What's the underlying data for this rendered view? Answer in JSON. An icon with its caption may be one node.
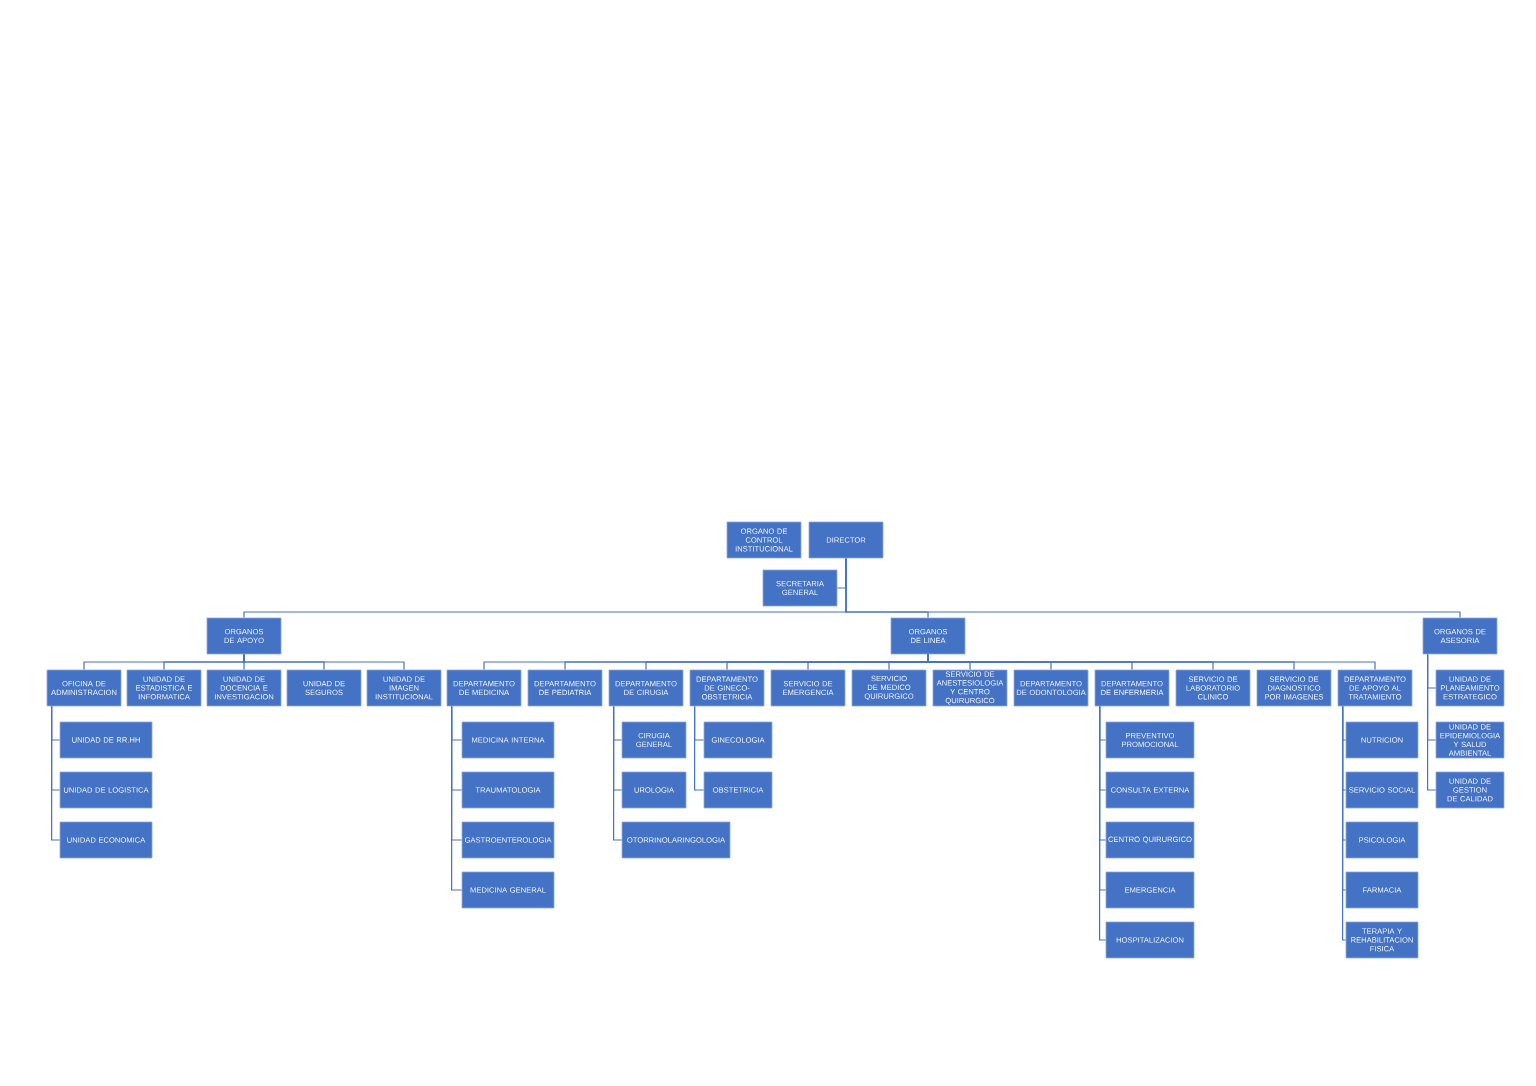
{
  "diagram": {
    "nodes": [
      {
        "text": [
          "ORGANO DE CONTROL INSTITUCIONAL"
        ]
      },
      {
        "text": [
          "DIRECTOR"
        ]
      },
      {
        "text": [
          "SECRETARIA GENERAL"
        ]
      },
      {
        "text": [
          "ORGANOS DE APOYO"
        ]
      },
      {
        "text": [
          "ORGANOS DE LINEA"
        ]
      },
      {
        "text": [
          "ORGANOS DE ASESORIA"
        ]
      },
      {
        "text": [
          "OFICINA DE ADMINISTRACION"
        ]
      },
      {
        "text": [
          "UNIDAD DE ESTADISTICA E INFORMATICA"
        ]
      },
      {
        "text": [
          "UNIDAD DE DOCENCIA E INVESTIGACION"
        ]
      },
      {
        "text": [
          "UNIDAD DE SEGUROS"
        ]
      },
      {
        "text": [
          "UNIDAD DE IMAGEN INSTITUCIONAL"
        ]
      },
      {
        "text": [
          "DEPARTAMENTO DE MEDICINA"
        ]
      },
      {
        "text": [
          "DEPARTAMENTO DE PEDIATRIA"
        ]
      },
      {
        "text": [
          "DEPARTAMENTO DE CIRUGIA"
        ]
      },
      {
        "text": [
          "DEPARTAMENTO DE GINECO-OBSTETRICIA"
        ]
      },
      {
        "text": [
          "SERVICIO DE EMERGENCIA"
        ]
      },
      {
        "text": [
          "SERVICIO DE MEDICO QUIRURGICO"
        ]
      },
      {
        "text": [
          "SERVICIO DE ANESTESIOLOGIA Y CENTRO QUIRURGICO"
        ]
      },
      {
        "text": [
          "DEPARTAMENTO DE ODONTOLOGIA"
        ]
      },
      {
        "text": [
          "DEPARTAMENTO DE ENFERMERIA"
        ]
      },
      {
        "text": [
          "SERVICIO DE LABORATORIO CLINICO"
        ]
      },
      {
        "text": [
          "SERVICIO DE DIAGNOSTICO POR IMAGENES"
        ]
      },
      {
        "text": [
          "DEPARTAMENTO DE APOYO AL TRATAMIENTO"
        ]
      },
      {
        "text": [
          "UNIDAD DE PLANEAMIENTO ESTRATEGICO"
        ]
      },
      {
        "text": [
          "UNIDAD DE EPIDEMIOLOGIA Y SALUD AMBIENTAL"
        ]
      },
      {
        "text": [
          "UNIDAD DE GESTION DE CALIDAD"
        ]
      },
      {
        "text": [
          "UNIDAD DE RR.HH"
        ]
      },
      {
        "text": [
          "UNIDAD DE LOGISTICA"
        ]
      },
      {
        "text": [
          "UNIDAD ECONOMICA"
        ]
      },
      {
        "text": [
          "MEDICINA INTERNA"
        ]
      },
      {
        "text": [
          "TRAUMATOLOGIA"
        ]
      },
      {
        "text": [
          "GASTROENTEROLOGIA"
        ]
      },
      {
        "text": [
          "MEDICINA GENERAL"
        ]
      },
      {
        "text": [
          "CIRUGIA GENERAL"
        ]
      },
      {
        "text": [
          "UROLOGIA"
        ]
      },
      {
        "text": [
          "OTORRINOLARINGOLOGIA"
        ]
      },
      {
        "text": [
          "GINECOLOGIA"
        ]
      },
      {
        "text": [
          "OBSTETRICIA"
        ]
      },
      {
        "text": [
          "PREVENTIVO PROMOCIONAL"
        ]
      },
      {
        "text": [
          "CONSULTA EXTERNA"
        ]
      },
      {
        "text": [
          "CENTRO QUIRURGICO"
        ]
      },
      {
        "text": [
          "EMERGENCIA"
        ]
      },
      {
        "text": [
          "HOSPITALIZACION"
        ]
      },
      {
        "text": [
          "NUTRICION"
        ]
      },
      {
        "text": [
          "SERVICIO SOCIAL"
        ]
      },
      {
        "text": [
          "PSICOLOGIA"
        ]
      },
      {
        "text": [
          "FARMACIA"
        ]
      },
      {
        "text": [
          "TERAPIA Y REHABILITACION FISICA"
        ]
      }
    ],
    "edges": [
      {
        "from": 1,
        "to": 2,
        "arrow": "none"
      },
      {
        "from": 1,
        "to": 3,
        "arrow": "none"
      },
      {
        "from": 1,
        "to": 4,
        "arrow": "none"
      },
      {
        "from": 1,
        "to": 5,
        "arrow": "none"
      },
      {
        "from": 3,
        "to": 6,
        "arrow": "none"
      },
      {
        "from": 3,
        "to": 7,
        "arrow": "none"
      },
      {
        "from": 3,
        "to": 8,
        "arrow": "none"
      },
      {
        "from": 3,
        "to": 9,
        "arrow": "none"
      },
      {
        "from": 3,
        "to": 10,
        "arrow": "none"
      },
      {
        "from": 4,
        "to": 11,
        "arrow": "none"
      },
      {
        "from": 4,
        "to": 12,
        "arrow": "none"
      },
      {
        "from": 4,
        "to": 13,
        "arrow": "none"
      },
      {
        "from": 4,
        "to": 14,
        "arrow": "none"
      },
      {
        "from": 4,
        "to": 15,
        "arrow": "none"
      },
      {
        "from": 4,
        "to": 16,
        "arrow": "none"
      },
      {
        "from": 4,
        "to": 17,
        "arrow": "none"
      },
      {
        "from": 4,
        "to": 18,
        "arrow": "none"
      },
      {
        "from": 4,
        "to": 19,
        "arrow": "none"
      },
      {
        "from": 4,
        "to": 20,
        "arrow": "none"
      },
      {
        "from": 4,
        "to": 21,
        "arrow": "none"
      },
      {
        "from": 4,
        "to": 22,
        "arrow": "none"
      },
      {
        "from": 5,
        "to": 23,
        "arrow": "none"
      },
      {
        "from": 5,
        "to": 24,
        "arrow": "none"
      },
      {
        "from": 5,
        "to": 25,
        "arrow": "none"
      },
      {
        "from": 6,
        "to": 26,
        "arrow": "none"
      },
      {
        "from": 6,
        "to": 27,
        "arrow": "none"
      },
      {
        "from": 6,
        "to": 28,
        "arrow": "none"
      },
      {
        "from": 11,
        "to": 29,
        "arrow": "none"
      },
      {
        "from": 11,
        "to": 30,
        "arrow": "none"
      },
      {
        "from": 11,
        "to": 31,
        "arrow": "none"
      },
      {
        "from": 11,
        "to": 32,
        "arrow": "none"
      },
      {
        "from": 13,
        "to": 33,
        "arrow": "none"
      },
      {
        "from": 13,
        "to": 34,
        "arrow": "none"
      },
      {
        "from": 13,
        "to": 35,
        "arrow": "none"
      },
      {
        "from": 14,
        "to": 36,
        "arrow": "none"
      },
      {
        "from": 14,
        "to": 37,
        "arrow": "none"
      },
      {
        "from": 19,
        "to": 38,
        "arrow": "none"
      },
      {
        "from": 19,
        "to": 39,
        "arrow": "none"
      },
      {
        "from": 19,
        "to": 40,
        "arrow": "none"
      },
      {
        "from": 19,
        "to": 41,
        "arrow": "none"
      },
      {
        "from": 19,
        "to": 42,
        "arrow": "none"
      },
      {
        "from": 22,
        "to": 43,
        "arrow": "none"
      },
      {
        "from": 22,
        "to": 44,
        "arrow": "none"
      },
      {
        "from": 22,
        "to": 45,
        "arrow": "none"
      },
      {
        "from": 22,
        "to": 46,
        "arrow": "none"
      },
      {
        "from": 22,
        "to": 47,
        "arrow": "none"
      }
    ]
  }
}
